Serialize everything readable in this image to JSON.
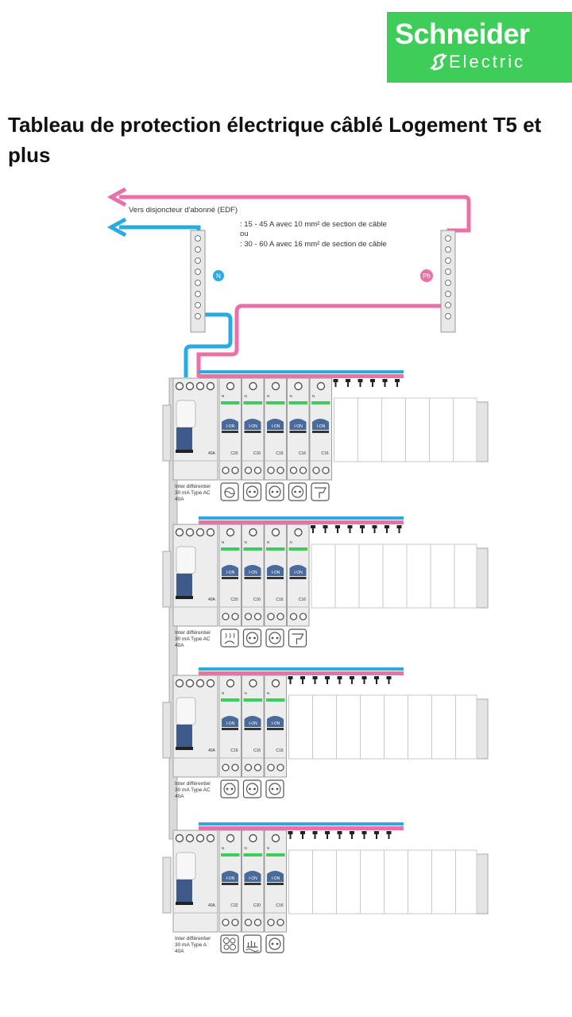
{
  "brand": {
    "name_line1": "Schneider",
    "name_line2": "Electric",
    "color": "#3dcd58"
  },
  "title": "Tableau de protection électrique câblé Logement T5 et plus",
  "feed": {
    "label": "Vers disjoncteur d'abonné (EDF)",
    "line1": ": 15 - 45 A avec 10 mm² de section de câble",
    "line2": "ou",
    "line3": ": 30 - 60 A avec 16 mm² de section de câble",
    "neutral_tag": "N",
    "phase_tag": "Ph",
    "neutral_color": "#29abe2",
    "phase_color": "#ec6fa8"
  },
  "rows": [
    {
      "rcd_label": [
        "Inter différentiel",
        "30 mA Type AC",
        "40A"
      ],
      "rcd_rating": "40A",
      "breakers": [
        "C20",
        "C16",
        "C16",
        "C16",
        "C16"
      ],
      "loads": [
        "washing-machine-icon",
        "socket-icon",
        "socket-icon",
        "socket-icon",
        "light-icon"
      ]
    },
    {
      "rcd_label": [
        "Inter différentiel",
        "30 mA Type AC",
        "40A"
      ],
      "rcd_rating": "40A",
      "breakers": [
        "C20",
        "C16",
        "C16",
        "C16"
      ],
      "loads": [
        "water-heater-icon",
        "socket-icon",
        "socket-icon",
        "light-icon"
      ]
    },
    {
      "rcd_label": [
        "Inter différentiel",
        "30 mA Type AC",
        "40A"
      ],
      "rcd_rating": "40A",
      "breakers": [
        "C16",
        "C16",
        "C16"
      ],
      "loads": [
        "socket-icon",
        "socket-icon",
        "socket-icon"
      ]
    },
    {
      "rcd_label": [
        "Inter différentiel",
        "30 mA Type A",
        "40A"
      ],
      "rcd_rating": "40A",
      "breakers": [
        "C32",
        "C20",
        "C16"
      ],
      "loads": [
        "cooktop-icon",
        "dishwasher-icon",
        "socket-icon"
      ]
    }
  ],
  "module_switch_label": "I-ON",
  "terminal_mark": "N"
}
